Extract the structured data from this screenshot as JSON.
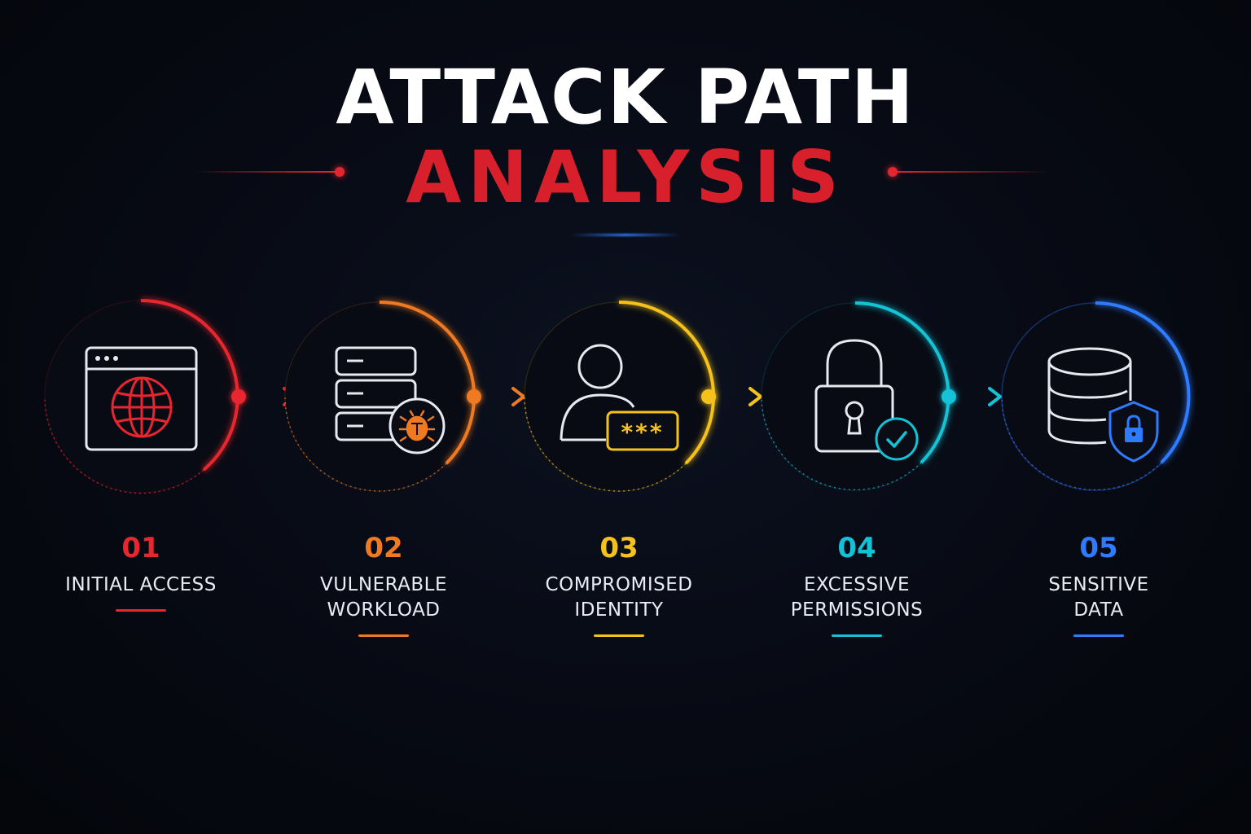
{
  "title": {
    "line1": "ATTACK PATH",
    "line2": "ANALYSIS"
  },
  "colors": {
    "background": "#05070d",
    "title_primary": "#ffffff",
    "title_accent": "#d8202c",
    "label_text": "#e9edf3"
  },
  "steps": [
    {
      "number": "01",
      "label_lines": [
        "INITIAL ACCESS"
      ],
      "color": "#e8262f",
      "icon": "browser-globe-icon"
    },
    {
      "number": "02",
      "label_lines": [
        "VULNERABLE",
        "WORKLOAD"
      ],
      "color": "#f07a22",
      "icon": "server-bug-icon"
    },
    {
      "number": "03",
      "label_lines": [
        "COMPROMISED",
        "IDENTITY"
      ],
      "color": "#f5c21b",
      "icon": "user-password-icon"
    },
    {
      "number": "04",
      "label_lines": [
        "EXCESSIVE",
        "PERMISSIONS"
      ],
      "color": "#12c2d6",
      "icon": "padlock-check-icon"
    },
    {
      "number": "05",
      "label_lines": [
        "SENSITIVE",
        "DATA"
      ],
      "color": "#2f7bff",
      "icon": "database-shield-icon"
    }
  ]
}
